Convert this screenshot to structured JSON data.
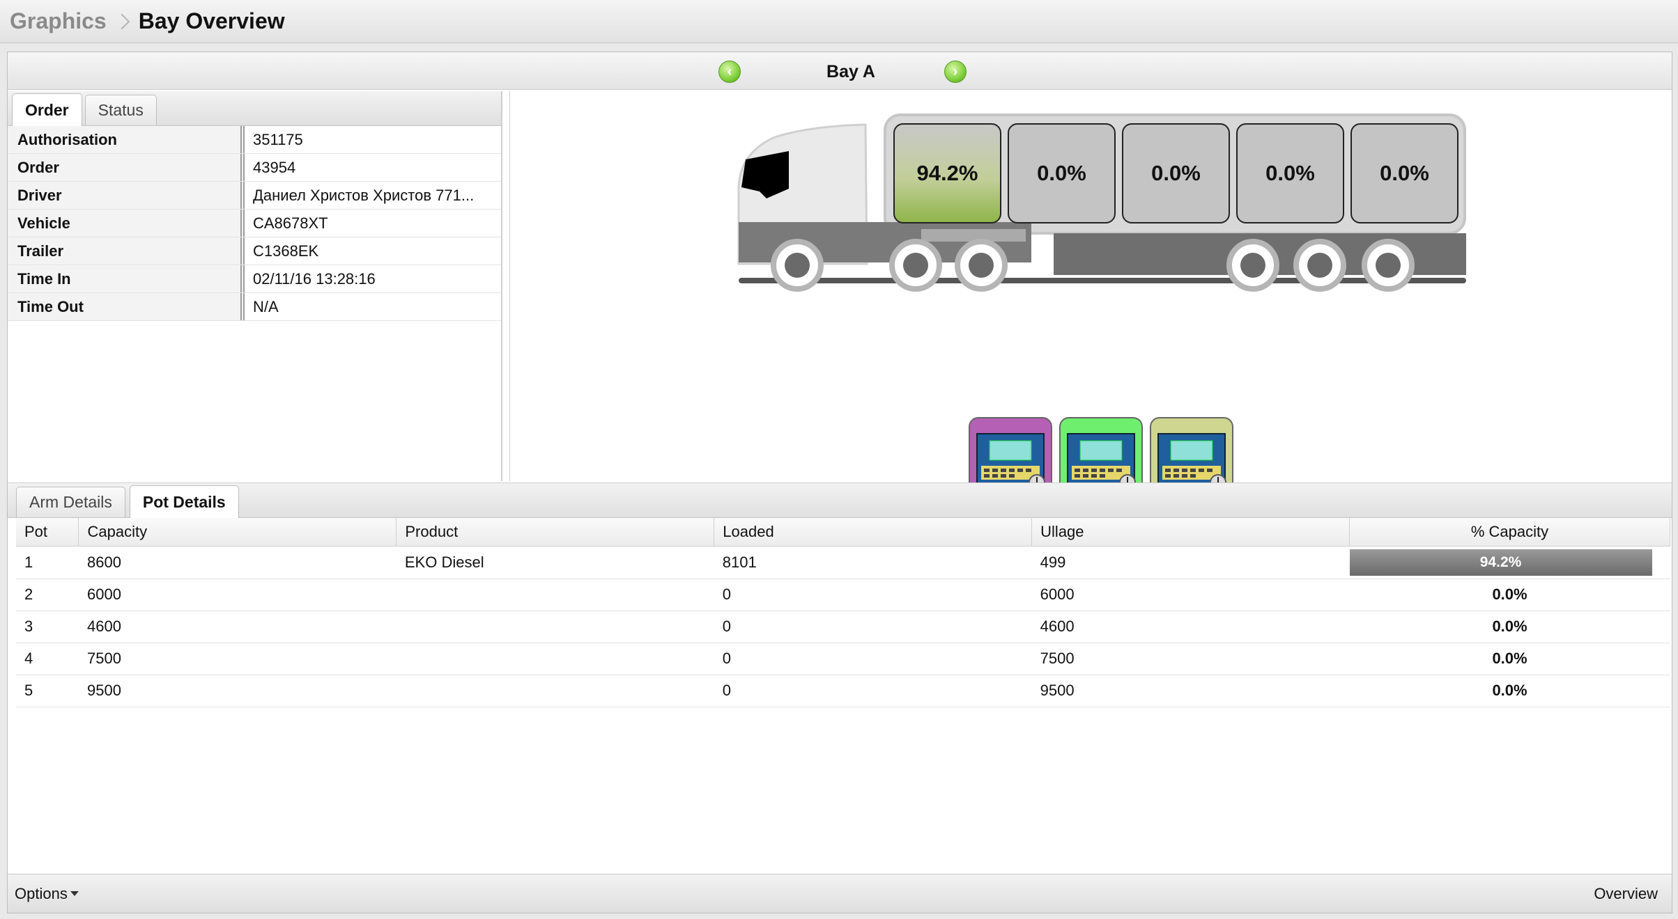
{
  "breadcrumb": {
    "root": "Graphics",
    "current": "Bay Overview"
  },
  "bay": {
    "title": "Bay A",
    "prev_icon": "arrow-left-icon",
    "next_icon": "arrow-right-icon"
  },
  "info_tabs": [
    {
      "label": "Order",
      "active": true
    },
    {
      "label": "Status",
      "active": false
    }
  ],
  "info": [
    {
      "label": "Authorisation",
      "value": "351175"
    },
    {
      "label": "Order",
      "value": "43954"
    },
    {
      "label": "Driver",
      "value": "Даниел Христов Христов 771..."
    },
    {
      "label": "Vehicle",
      "value": "CA8678XT"
    },
    {
      "label": "Trailer",
      "value": "C1368EK"
    },
    {
      "label": "Time In",
      "value": "02/11/16 13:28:16"
    },
    {
      "label": "Time Out",
      "value": "N/A"
    }
  ],
  "compartments": [
    {
      "label": "94.2%",
      "fill": 0.942
    },
    {
      "label": "0.0%",
      "fill": 0
    },
    {
      "label": "0.0%",
      "fill": 0
    },
    {
      "label": "0.0%",
      "fill": 0
    },
    {
      "label": "0.0%",
      "fill": 0
    }
  ],
  "arms": [
    {
      "icon": "loading-arm-terminal-icon",
      "color": "#b560b5"
    },
    {
      "icon": "loading-arm-terminal-icon",
      "color": "#6ef06e"
    },
    {
      "icon": "loading-arm-terminal-icon",
      "color": "#cfd68f"
    }
  ],
  "detail_tabs": [
    {
      "label": "Arm Details",
      "active": false
    },
    {
      "label": "Pot Details",
      "active": true
    }
  ],
  "pot_table": {
    "headers": [
      "Pot",
      "Capacity",
      "Product",
      "Loaded",
      "Ullage",
      "% Capacity"
    ],
    "rows": [
      {
        "pot": "1",
        "capacity": "8600",
        "product": "EKO Diesel",
        "loaded": "8101",
        "ullage": "499",
        "pct": "94.2%",
        "fill": 0.942
      },
      {
        "pot": "2",
        "capacity": "6000",
        "product": "",
        "loaded": "0",
        "ullage": "6000",
        "pct": "0.0%",
        "fill": 0
      },
      {
        "pot": "3",
        "capacity": "4600",
        "product": "",
        "loaded": "0",
        "ullage": "4600",
        "pct": "0.0%",
        "fill": 0
      },
      {
        "pot": "4",
        "capacity": "7500",
        "product": "",
        "loaded": "0",
        "ullage": "7500",
        "pct": "0.0%",
        "fill": 0
      },
      {
        "pot": "5",
        "capacity": "9500",
        "product": "",
        "loaded": "0",
        "ullage": "9500",
        "pct": "0.0%",
        "fill": 0
      }
    ]
  },
  "footer": {
    "options_label": "Options",
    "overview_label": "Overview"
  }
}
